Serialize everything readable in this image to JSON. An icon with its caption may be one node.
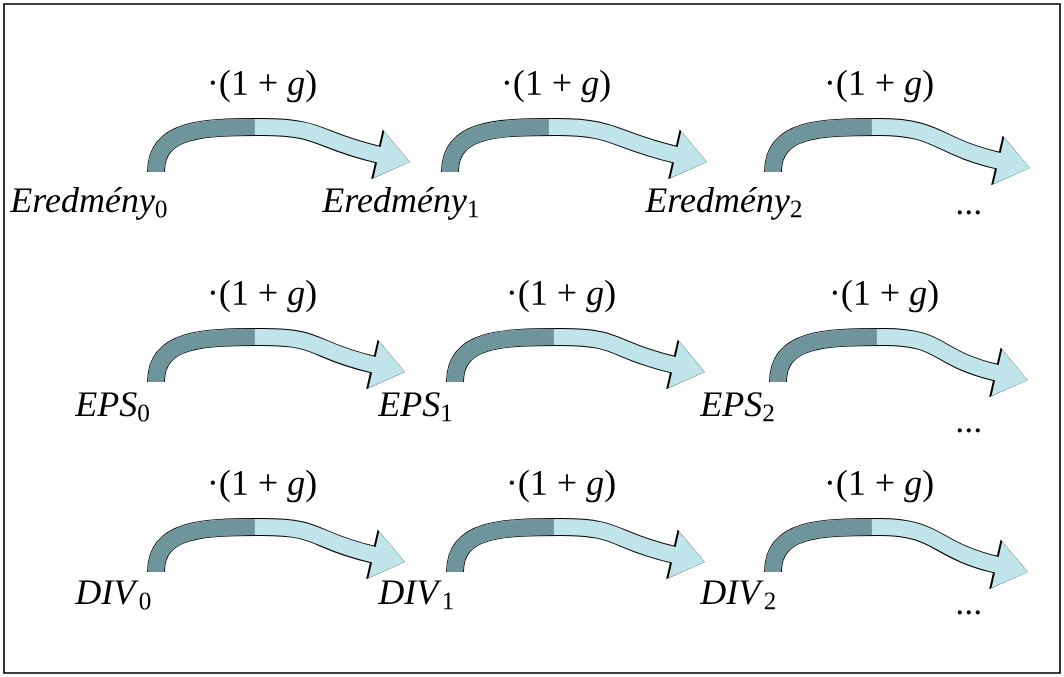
{
  "diagram": {
    "nodes": [
      {
        "text": [
          "*Eredmény*$_{0}$"
        ]
      },
      {
        "text": [
          "*Eredmény*$_{1}$"
        ]
      },
      {
        "text": [
          "*Eredmény*$_{2}$"
        ]
      },
      {
        "text": [
          "..."
        ]
      },
      {
        "text": [
          "*EPS*$_{0}$"
        ]
      },
      {
        "text": [
          "*EPS*$_{1}$"
        ]
      },
      {
        "text": [
          "*EPS*$_{2}$"
        ]
      },
      {
        "text": [
          "..."
        ]
      },
      {
        "text": [
          "*DIV*$_{0}$"
        ]
      },
      {
        "text": [
          "*DIV*$_{1}$"
        ]
      },
      {
        "text": [
          "*DIV*$_{2}$"
        ]
      },
      {
        "text": [
          "..."
        ]
      }
    ],
    "edges": [
      {
        "from": 0,
        "to": 1,
        "arrow": "to",
        "label": "·(1 + *g*)"
      },
      {
        "from": 1,
        "to": 2,
        "arrow": "to",
        "label": "·(1 + *g*)"
      },
      {
        "from": 2,
        "to": 3,
        "arrow": "to",
        "label": "·(1 + *g*)"
      },
      {
        "from": 4,
        "to": 5,
        "arrow": "to",
        "label": "·(1 + *g*)"
      },
      {
        "from": 5,
        "to": 6,
        "arrow": "to",
        "label": "·(1 + *g*)"
      },
      {
        "from": 6,
        "to": 7,
        "arrow": "to",
        "label": "·(1 + *g*)"
      },
      {
        "from": 8,
        "to": 9,
        "arrow": "to",
        "label": "·(1 + *g*)"
      },
      {
        "from": 9,
        "to": 10,
        "arrow": "to",
        "label": "·(1 + *g*)"
      },
      {
        "from": 10,
        "to": 11,
        "arrow": "to",
        "label": "·(1 + *g*)"
      }
    ]
  }
}
